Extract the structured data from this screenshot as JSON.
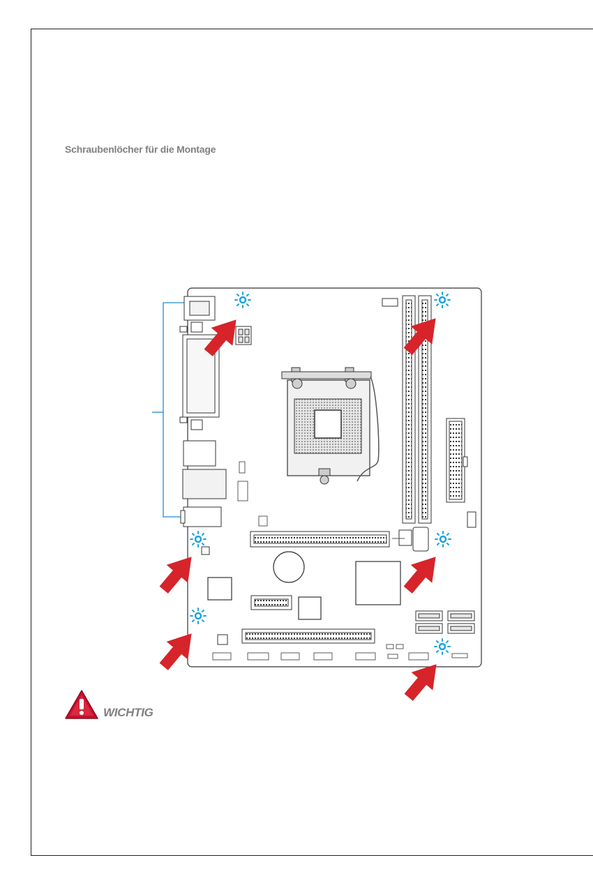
{
  "section": {
    "heading": "Schraubenlöcher für die Montage"
  },
  "diagram": {
    "subject": "motherboard layout",
    "hole_marker_color": "#1aa3e0",
    "arrow_color": "#d6242a",
    "io_bracket_color": "#1a8fd0"
  },
  "notice": {
    "label": "WICHTIG",
    "icon": "warning-triangle-icon",
    "icon_color": "#c8102e"
  }
}
